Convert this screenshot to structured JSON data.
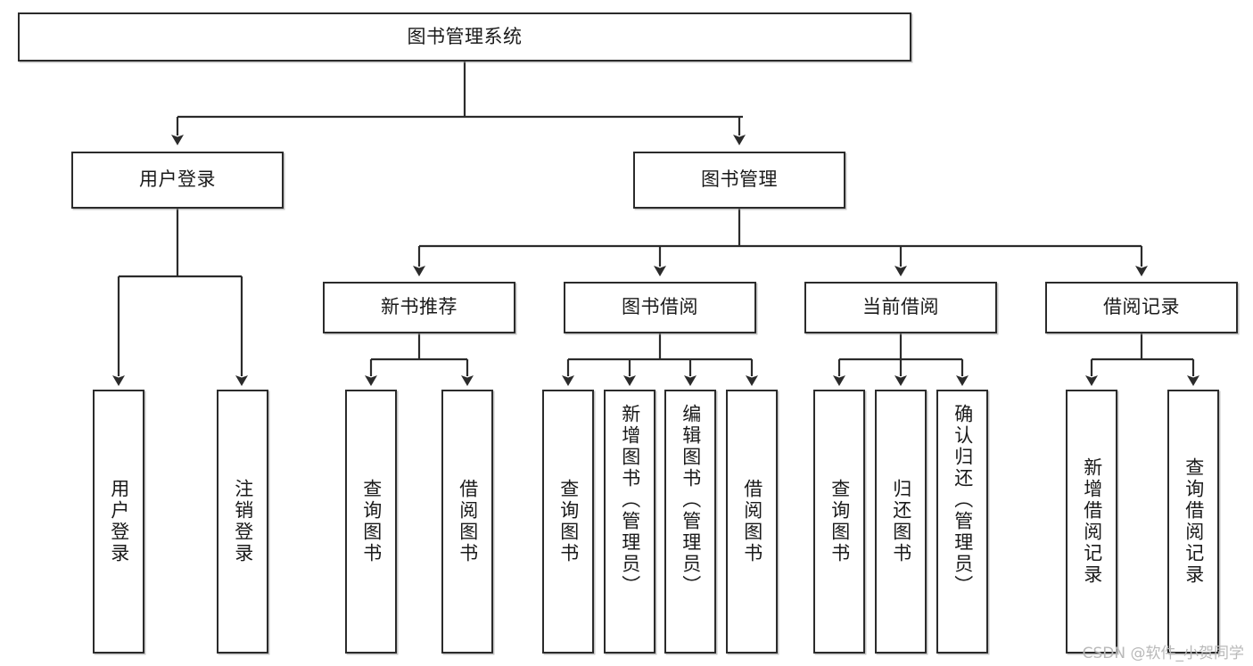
{
  "diagram": {
    "type": "hierarchy-tree",
    "title": "图书管理系统",
    "root": {
      "id": "root",
      "label": "图书管理系统"
    },
    "level2": [
      {
        "id": "user-login",
        "label": "用户登录"
      },
      {
        "id": "book-manage",
        "label": "图书管理"
      }
    ],
    "level3": [
      {
        "id": "new-book-recommend",
        "label": "新书推荐",
        "parent": "book-manage"
      },
      {
        "id": "book-borrow",
        "label": "图书借阅",
        "parent": "book-manage"
      },
      {
        "id": "current-borrow",
        "label": "当前借阅",
        "parent": "book-manage"
      },
      {
        "id": "borrow-record",
        "label": "借阅记录",
        "parent": "book-manage"
      }
    ],
    "leaves": [
      {
        "id": "leaf-user-login",
        "label": "用户登录",
        "parent": "user-login"
      },
      {
        "id": "leaf-user-logout",
        "label": "注销登录",
        "parent": "user-login"
      },
      {
        "id": "leaf-query-book-1",
        "label": "查询图书",
        "parent": "new-book-recommend"
      },
      {
        "id": "leaf-borrow-book-1",
        "label": "借阅图书",
        "parent": "new-book-recommend"
      },
      {
        "id": "leaf-query-book-2",
        "label": "查询图书",
        "parent": "book-borrow"
      },
      {
        "id": "leaf-add-book",
        "label": "新增图书（管理员）",
        "parent": "book-borrow"
      },
      {
        "id": "leaf-edit-book",
        "label": "编辑图书（管理员）",
        "parent": "book-borrow"
      },
      {
        "id": "leaf-borrow-book-2",
        "label": "借阅图书",
        "parent": "book-borrow"
      },
      {
        "id": "leaf-query-book-3",
        "label": "查询图书",
        "parent": "current-borrow"
      },
      {
        "id": "leaf-return-book",
        "label": "归还图书",
        "parent": "current-borrow"
      },
      {
        "id": "leaf-confirm-return",
        "label": "确认归还（管理员）",
        "parent": "current-borrow"
      },
      {
        "id": "leaf-add-record",
        "label": "新增借阅记录",
        "parent": "borrow-record"
      },
      {
        "id": "leaf-query-record",
        "label": "查询借阅记录",
        "parent": "borrow-record"
      }
    ],
    "watermark": "CSDN @软件_小贺同学",
    "colors": {
      "line": "#2b2b2b",
      "box_border": "#2b2b2b",
      "box_fill": "#ffffff",
      "text": "#1a1a1a",
      "watermark": "#b9b9b9",
      "background": "#ffffff"
    }
  }
}
